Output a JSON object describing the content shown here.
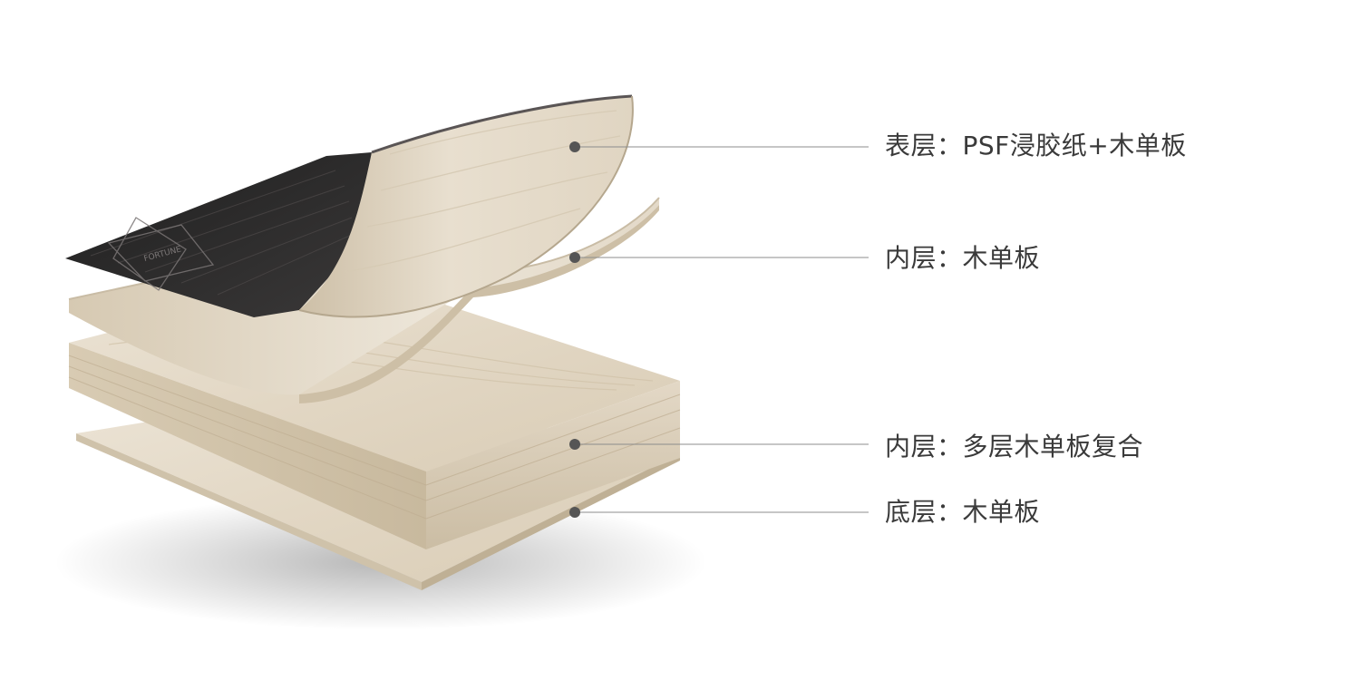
{
  "layers": [
    {
      "id": "surface",
      "label": "表层：PSF浸胶纸+木单板"
    },
    {
      "id": "inner_top",
      "label": "内层：木单板"
    },
    {
      "id": "core",
      "label": "内层：多层木单板复合"
    },
    {
      "id": "bottom",
      "label": "底层：木单板"
    }
  ],
  "logo": {
    "text": "FORTUNE"
  },
  "colors": {
    "wood_light": "#e6dccb",
    "wood_mid": "#d7cab3",
    "wood_edge": "#cdbfa6",
    "dark_veneer": "#2a2a2a",
    "leader_line": "#8c8c8c",
    "dot": "#555555",
    "label_text": "#3a3a3a"
  }
}
